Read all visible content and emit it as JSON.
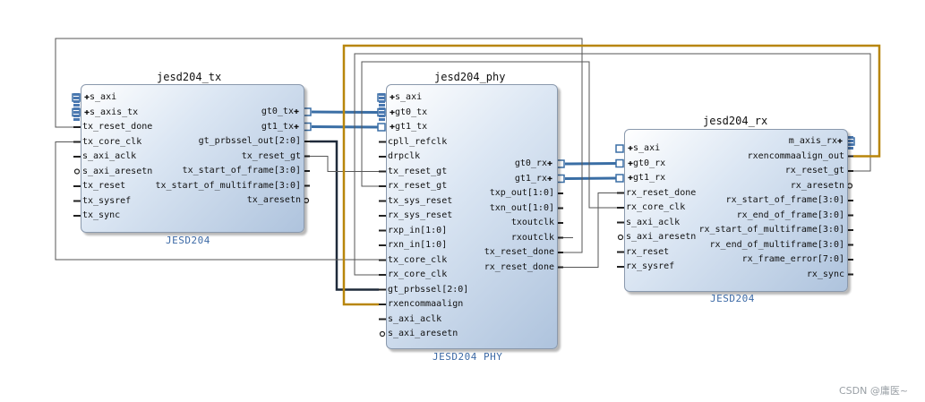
{
  "watermark": "CSDN @庸医~",
  "colors": {
    "wire": "#555555",
    "bus": "#3a6ea5",
    "gold": "#b8860b",
    "dark": "#1f2a3a",
    "port": "#222222",
    "label": "#3d6aa6"
  },
  "blocks": {
    "tx": {
      "title": "jesd204_tx",
      "subtitle": "JESD204",
      "left_pins": [
        "s_axi",
        "s_axis_tx",
        "tx_reset_done",
        "tx_core_clk",
        "s_axi_aclk",
        "s_axi_aresetn",
        "tx_reset",
        "tx_sysref",
        "tx_sync"
      ],
      "right_pins": [
        "gt0_tx",
        "gt1_tx",
        "gt_prbssel_out[2:0]",
        "tx_reset_gt",
        "tx_start_of_frame[3:0]",
        "tx_start_of_multiframe[3:0]",
        "tx_aresetn"
      ]
    },
    "phy": {
      "title": "jesd204_phy",
      "subtitle": "JESD204 PHY",
      "left_pins": [
        "s_axi",
        "gt0_tx",
        "gt1_tx",
        "cpll_refclk",
        "drpclk",
        "tx_reset_gt",
        "rx_reset_gt",
        "tx_sys_reset",
        "rx_sys_reset",
        "rxp_in[1:0]",
        "rxn_in[1:0]",
        "tx_core_clk",
        "rx_core_clk",
        "gt_prbssel[2:0]",
        "rxencommaalign",
        "s_axi_aclk",
        "s_axi_aresetn"
      ],
      "right_pins": [
        "gt0_rx",
        "gt1_rx",
        "txp_out[1:0]",
        "txn_out[1:0]",
        "txoutclk",
        "rxoutclk",
        "tx_reset_done",
        "rx_reset_done"
      ]
    },
    "rx": {
      "title": "jesd204_rx",
      "subtitle": "JESD204",
      "left_pins": [
        "s_axi",
        "gt0_rx",
        "gt1_rx",
        "rx_reset_done",
        "rx_core_clk",
        "s_axi_aclk",
        "s_axi_aresetn",
        "rx_reset",
        "rx_sysref"
      ],
      "right_pins": [
        "m_axis_rx",
        "rxencommaalign_out",
        "rx_reset_gt",
        "rx_aresetn",
        "rx_start_of_frame[3:0]",
        "rx_end_of_frame[3:0]",
        "rx_start_of_multiframe[3:0]",
        "rx_end_of_multiframe[3:0]",
        "rx_frame_error[7:0]",
        "rx_sync"
      ]
    }
  }
}
